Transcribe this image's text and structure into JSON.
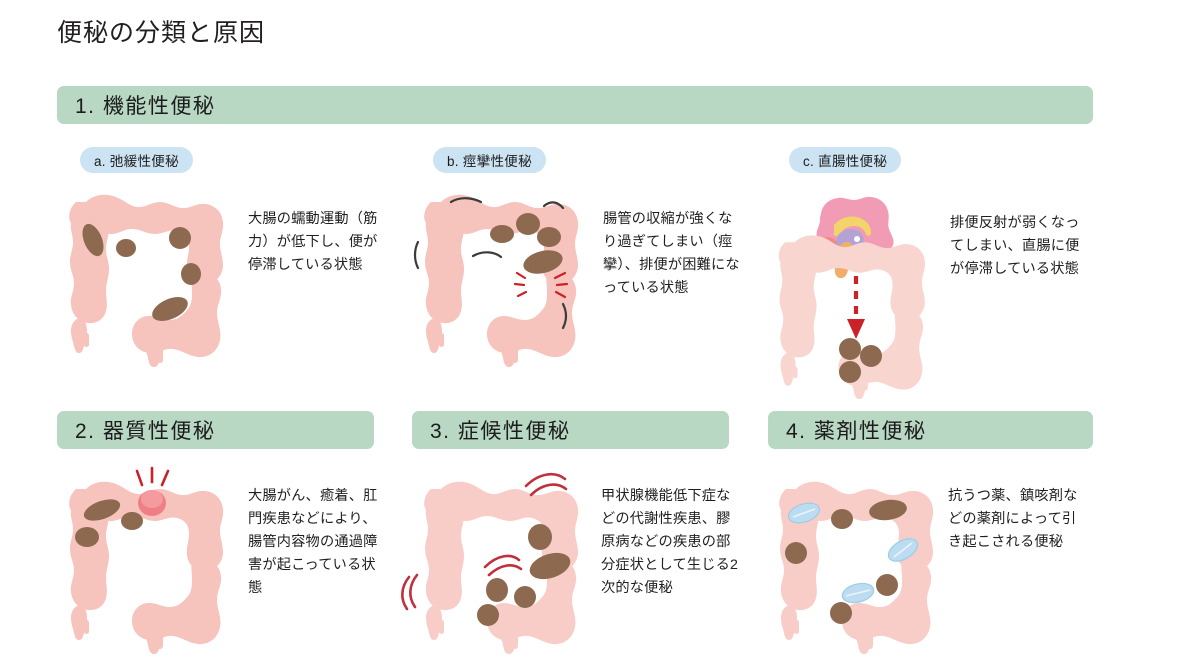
{
  "title": "便秘の分類と原因",
  "colors": {
    "section_bar": "#b8d8c4",
    "sub_pill": "#cbe3f3",
    "colon_pink": "#f6c3bd",
    "colon_pink_light": "#f9d5d0",
    "stool_brown": "#8d6a4f",
    "pill_blue": "#bcdcf2",
    "accent_red": "#cc2127",
    "text": "#1f1f1f"
  },
  "sections": [
    {
      "number": "1.",
      "label": "1.  機能性便秘",
      "subpanels": [
        {
          "pill": "a. 弛緩性便秘",
          "description": "大腸の蠕動運動（筋力）が低下し、便が停滞している状態",
          "art": "colon-relaxed"
        },
        {
          "pill": "b. 痙攣性便秘",
          "description": "腸管の収縮が強くなり過ぎてしまい（痙攣）、排便が困難になっている状態",
          "art": "colon-spastic"
        },
        {
          "pill": "c. 直腸性便秘",
          "description": "排便反射が弱くなってしまい、直腸に便が停滞している状態",
          "art": "brain-colon-arrow"
        }
      ]
    },
    {
      "number": "2.",
      "label": "2.  器質性便秘",
      "description": "大腸がん、癒着、肛門疾患などにより、腸管内容物の通過障害が起こっている状態",
      "art": "colon-tumor"
    },
    {
      "number": "3.",
      "label": "3.  症候性便秘",
      "description": "甲状腺機能低下症などの代謝性疾患、膠原病などの疾患の部分症状として生じる2次的な便秘",
      "art": "colon-motion"
    },
    {
      "number": "4.",
      "label": "4.  薬剤性便秘",
      "description": "抗うつ薬、鎮咳剤などの薬剤によって引き起こされる便秘",
      "art": "colon-tablets"
    }
  ]
}
